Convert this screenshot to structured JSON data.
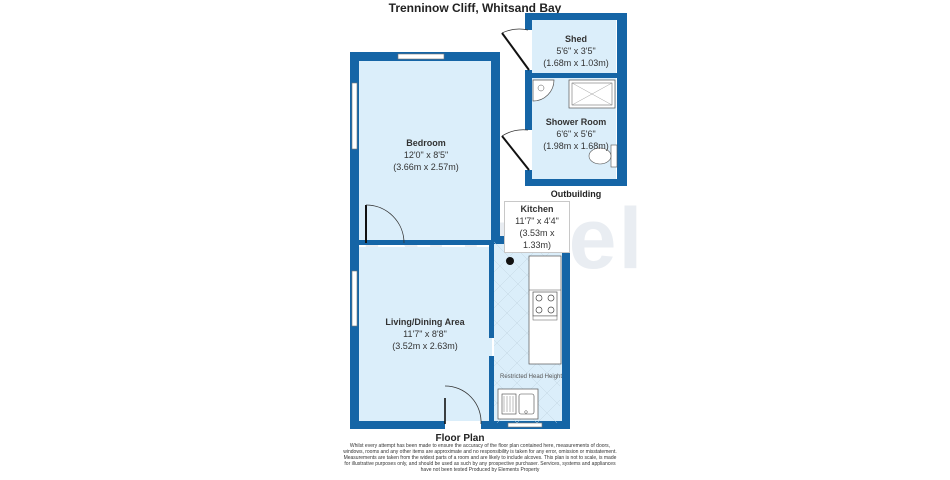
{
  "title": "Trenninow Cliff, Whitsand Bay",
  "watermark": "Brunel",
  "colors": {
    "wall": "#1565a6",
    "floor": "#dbeefa",
    "window": "#ffffff",
    "fixture": "#ffffff"
  },
  "rooms": {
    "bedroom": {
      "name": "Bedroom",
      "dim_imperial": "12'0\" x 8'5\"",
      "dim_metric": "(3.66m x 2.57m)"
    },
    "living": {
      "name": "Living/Dining Area",
      "dim_imperial": "11'7\" x 8'8\"",
      "dim_metric": "(3.52m x 2.63m)"
    },
    "kitchen": {
      "name": "Kitchen",
      "dim_imperial": "11'7\" x 4'4\"",
      "dim_metric": "(3.53m x 1.33m)"
    },
    "shed": {
      "name": "Shed",
      "dim_imperial": "5'6\" x 3'5\"",
      "dim_metric": "(1.68m x 1.03m)"
    },
    "shower": {
      "name": "Shower Room",
      "dim_imperial": "6'6\" x 5'6\"",
      "dim_metric": "(1.98m x 1.68m)"
    }
  },
  "restricted_note": "Restricted Head Height",
  "outbuilding_label": "Outbuilding",
  "floor_plan_label": "Floor Plan",
  "disclaimer": "Whilst every attempt has been made to ensure the accuracy of the floor plan contained here, measurements of doors, windows, rooms and any other items are approximate and no responsibility is taken for any error, omission or misstatement. Measurements are taken from the widest parts of a room and are likely to include alcoves. This plan is not to scale, is made for illustrative purposes only, and should be used as such by any prospective purchaser. Services, systems and appliances have not been tested Produced by Elements Property"
}
